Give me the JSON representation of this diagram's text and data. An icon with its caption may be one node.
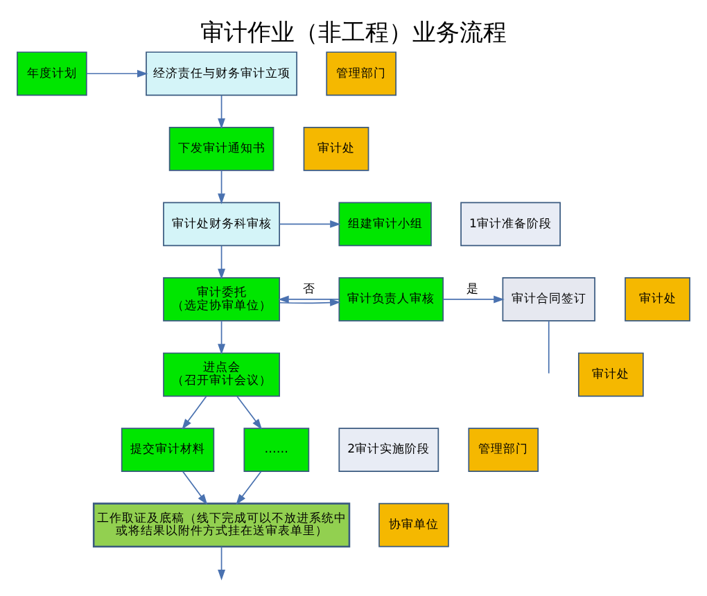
{
  "diagram": {
    "title": "审计作业（非工程）业务流程",
    "nodes": [
      {
        "text": [
          "经济责任与财务审计立项"
        ]
      },
      {
        "text": [
          "年度计划"
        ]
      },
      {
        "text": [
          "下发审计通知书"
        ]
      },
      {
        "text": [
          "审计处财务科审核"
        ]
      },
      {
        "text": [
          "组建审计小组"
        ]
      },
      {
        "text": [
          "审计委托（选定协审单位）"
        ]
      },
      {
        "text": [
          "审计负责人审核"
        ]
      },
      {
        "text": [
          "审计合同签订"
        ]
      },
      {
        "text": [
          "进点会（召开审计会议）"
        ]
      },
      {
        "text": [
          "提交审计材料"
        ]
      },
      {
        "text": [
          "……"
        ]
      },
      {
        "text": [
          "工作取证及底稿（线下完成可以不放进系统中或将结果以附件方式挂在送审表单里）"
        ]
      },
      {
        "text": [
          "1审计准备阶段"
        ]
      },
      {
        "text": [
          "2审计实施阶段"
        ]
      },
      {
        "text": [
          "管理部门"
        ]
      },
      {
        "text": [
          "审计处"
        ]
      },
      {
        "text": [
          "审计处"
        ]
      },
      {
        "text": [
          "审计处"
        ]
      },
      {
        "text": [
          "管理部门"
        ]
      },
      {
        "text": [
          "协审单位"
        ]
      }
    ],
    "edges": [
      {
        "from": 1,
        "to": 0,
        "arrow": "to"
      },
      {
        "from": 0,
        "to": 2,
        "arrow": "to"
      },
      {
        "from": 2,
        "to": 3,
        "arrow": "to"
      },
      {
        "from": 3,
        "to": 4,
        "arrow": "to"
      },
      {
        "from": 3,
        "to": 5,
        "arrow": "to"
      },
      {
        "from": 5,
        "to": 6,
        "arrow": "to"
      },
      {
        "from": 6,
        "to": 5,
        "arrow": "to",
        "label": "否"
      },
      {
        "from": 6,
        "to": 7,
        "arrow": "to",
        "label": "是"
      },
      {
        "from": 7,
        "to": null,
        "arrow": "none"
      },
      {
        "from": 5,
        "to": 8,
        "arrow": "to"
      },
      {
        "from": 8,
        "to": 9,
        "arrow": "to"
      },
      {
        "from": 8,
        "to": 10,
        "arrow": "to"
      },
      {
        "from": 9,
        "to": 11,
        "arrow": "to"
      },
      {
        "from": 10,
        "to": 11,
        "arrow": "to"
      },
      {
        "from": 11,
        "to": null,
        "arrow": "to"
      }
    ]
  }
}
